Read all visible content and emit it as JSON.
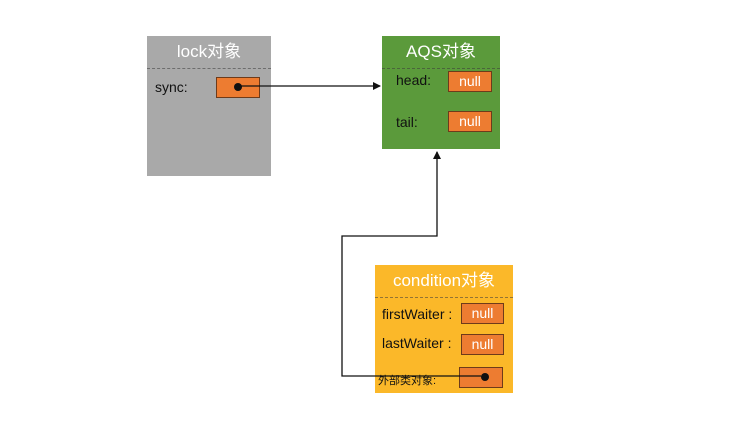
{
  "lock": {
    "title": "lock对象",
    "sync_label": "sync:"
  },
  "aqs": {
    "title": "AQS对象",
    "head_label": "head:",
    "head_value": "null",
    "tail_label": "tail:",
    "tail_value": "null"
  },
  "condition": {
    "title": "condition对象",
    "first_waiter_label": "firstWaiter :",
    "first_waiter_value": "null",
    "last_waiter_label": "lastWaiter :",
    "last_waiter_value": "null",
    "outer_label": "外部类对象:"
  },
  "colors": {
    "lock_bg": "#a9a9a9",
    "aqs_bg": "#5b9a3b",
    "condition_bg": "#fbb829",
    "field_bg": "#ed7c31",
    "arrow": "#111111"
  }
}
